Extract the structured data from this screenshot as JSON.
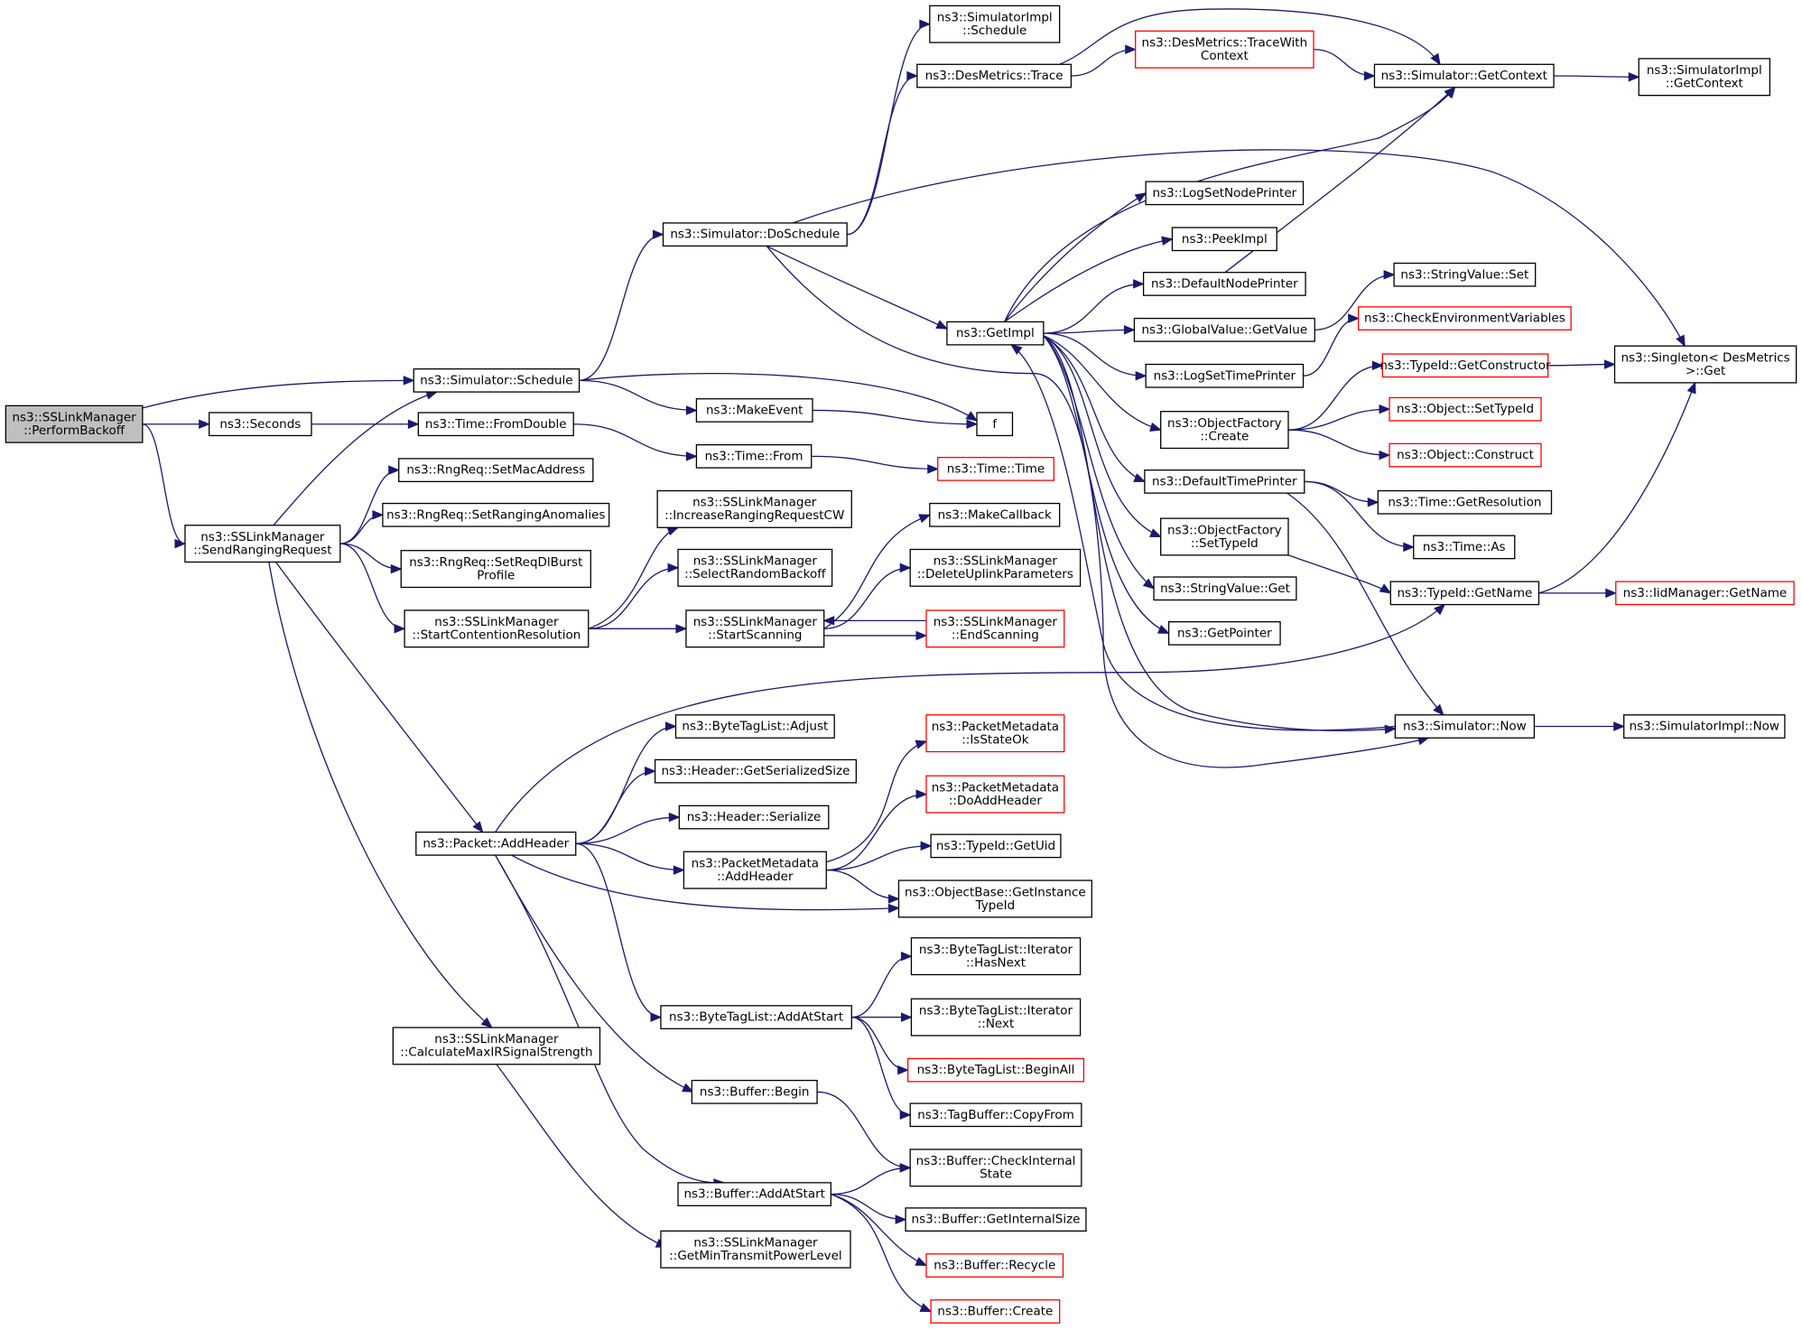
{
  "colors": {
    "edge": "#191970",
    "node_border": "#000000",
    "node_border_incomplete": "#ff0000",
    "root_fill": "#bfbfbf",
    "node_fill": "#ffffff"
  },
  "nodes": [
    {
      "id": "root",
      "lines": [
        "ns3::SSLinkManager",
        "::PerformBackoff"
      ],
      "style": "root"
    },
    {
      "id": "seconds",
      "lines": [
        "ns3::Seconds"
      ]
    },
    {
      "id": "sendrr",
      "lines": [
        "ns3::SSLinkManager",
        "::SendRangingRequest"
      ]
    },
    {
      "id": "schedule",
      "lines": [
        "ns3::Simulator::Schedule"
      ]
    },
    {
      "id": "fromdouble",
      "lines": [
        "ns3::Time::FromDouble"
      ]
    },
    {
      "id": "setmac",
      "lines": [
        "ns3::RngReq::SetMacAddress"
      ]
    },
    {
      "id": "setranging",
      "lines": [
        "ns3::RngReq::SetRangingAnomalies"
      ]
    },
    {
      "id": "setreqdl",
      "lines": [
        "ns3::RngReq::SetReqDlBurst",
        "Profile"
      ]
    },
    {
      "id": "startcr",
      "lines": [
        "ns3::SSLinkManager",
        "::StartContentionResolution"
      ]
    },
    {
      "id": "addheader",
      "lines": [
        "ns3::Packet::AddHeader"
      ]
    },
    {
      "id": "calcmax",
      "lines": [
        "ns3::SSLinkManager",
        "::CalculateMaxIRSignalStrength"
      ]
    },
    {
      "id": "doschedule",
      "lines": [
        "ns3::Simulator::DoSchedule"
      ]
    },
    {
      "id": "makeevent",
      "lines": [
        "ns3::MakeEvent"
      ]
    },
    {
      "id": "timefrom",
      "lines": [
        "ns3::Time::From"
      ]
    },
    {
      "id": "incrcw",
      "lines": [
        "ns3::SSLinkManager",
        "::IncreaseRangingRequestCW"
      ]
    },
    {
      "id": "selectbackoff",
      "lines": [
        "ns3::SSLinkManager",
        "::SelectRandomBackoff"
      ]
    },
    {
      "id": "startscan",
      "lines": [
        "ns3::SSLinkManager",
        "::StartScanning"
      ]
    },
    {
      "id": "btladjust",
      "lines": [
        "ns3::ByteTagList::Adjust"
      ]
    },
    {
      "id": "hdrsize",
      "lines": [
        "ns3::Header::GetSerializedSize"
      ]
    },
    {
      "id": "hdrser",
      "lines": [
        "ns3::Header::Serialize"
      ]
    },
    {
      "id": "pmaddheader",
      "lines": [
        "ns3::PacketMetadata",
        "::AddHeader"
      ]
    },
    {
      "id": "btladdatstart",
      "lines": [
        "ns3::ByteTagList::AddAtStart"
      ]
    },
    {
      "id": "bufbegin",
      "lines": [
        "ns3::Buffer::Begin"
      ]
    },
    {
      "id": "bufaddatstart",
      "lines": [
        "ns3::Buffer::AddAtStart"
      ]
    },
    {
      "id": "getmintx",
      "lines": [
        "ns3::SSLinkManager",
        "::GetMinTransmitPowerLevel"
      ]
    },
    {
      "id": "simimplsched",
      "lines": [
        "ns3::SimulatorImpl",
        "::Schedule"
      ]
    },
    {
      "id": "desmtrace",
      "lines": [
        "ns3::DesMetrics::Trace"
      ]
    },
    {
      "id": "getimpl",
      "lines": [
        "ns3::GetImpl"
      ]
    },
    {
      "id": "f",
      "lines": [
        "f"
      ]
    },
    {
      "id": "timetime",
      "lines": [
        "ns3::Time::Time"
      ],
      "style": "red"
    },
    {
      "id": "makecallback",
      "lines": [
        "ns3::MakeCallback"
      ]
    },
    {
      "id": "delulparams",
      "lines": [
        "ns3::SSLinkManager",
        "::DeleteUplinkParameters"
      ]
    },
    {
      "id": "endscan",
      "lines": [
        "ns3::SSLinkManager",
        "::EndScanning"
      ],
      "style": "red"
    },
    {
      "id": "pmisstateok",
      "lines": [
        "ns3::PacketMetadata",
        "::IsStateOk"
      ],
      "style": "red"
    },
    {
      "id": "pmdoaddheader",
      "lines": [
        "ns3::PacketMetadata",
        "::DoAddHeader"
      ],
      "style": "red"
    },
    {
      "id": "getuid",
      "lines": [
        "ns3::TypeId::GetUid"
      ]
    },
    {
      "id": "getinsttype",
      "lines": [
        "ns3::ObjectBase::GetInstance",
        "TypeId"
      ]
    },
    {
      "id": "ithasnext",
      "lines": [
        "ns3::ByteTagList::Iterator",
        "::HasNext"
      ]
    },
    {
      "id": "itnext",
      "lines": [
        "ns3::ByteTagList::Iterator",
        "::Next"
      ]
    },
    {
      "id": "beginall",
      "lines": [
        "ns3::ByteTagList::BeginAll"
      ],
      "style": "red"
    },
    {
      "id": "copyfrom",
      "lines": [
        "ns3::TagBuffer::CopyFrom"
      ]
    },
    {
      "id": "checkinternal",
      "lines": [
        "ns3::Buffer::CheckInternal",
        "State"
      ]
    },
    {
      "id": "getinternalsize",
      "lines": [
        "ns3::Buffer::GetInternalSize"
      ]
    },
    {
      "id": "recycle",
      "lines": [
        "ns3::Buffer::Recycle"
      ],
      "style": "red"
    },
    {
      "id": "bufcreate",
      "lines": [
        "ns3::Buffer::Create"
      ],
      "style": "red"
    },
    {
      "id": "tracewith",
      "lines": [
        "ns3::DesMetrics::TraceWith",
        "Context"
      ],
      "style": "red"
    },
    {
      "id": "logsetnode",
      "lines": [
        "ns3::LogSetNodePrinter"
      ]
    },
    {
      "id": "peekimpl",
      "lines": [
        "ns3::PeekImpl"
      ]
    },
    {
      "id": "defnodeprinter",
      "lines": [
        "ns3::DefaultNodePrinter"
      ]
    },
    {
      "id": "gvgetvalue",
      "lines": [
        "ns3::GlobalValue::GetValue"
      ]
    },
    {
      "id": "logsettime",
      "lines": [
        "ns3::LogSetTimePrinter"
      ]
    },
    {
      "id": "ofcreate",
      "lines": [
        "ns3::ObjectFactory",
        "::Create"
      ]
    },
    {
      "id": "deftimeprinter",
      "lines": [
        "ns3::DefaultTimePrinter"
      ]
    },
    {
      "id": "ofsettypeid",
      "lines": [
        "ns3::ObjectFactory",
        "::SetTypeId"
      ]
    },
    {
      "id": "svget",
      "lines": [
        "ns3::StringValue::Get"
      ]
    },
    {
      "id": "getpointer",
      "lines": [
        "ns3::GetPointer"
      ]
    },
    {
      "id": "simgetcontext",
      "lines": [
        "ns3::Simulator::GetContext"
      ]
    },
    {
      "id": "svset",
      "lines": [
        "ns3::StringValue::Set"
      ]
    },
    {
      "id": "checkenv",
      "lines": [
        "ns3::CheckEnvironmentVariables"
      ],
      "style": "red"
    },
    {
      "id": "getconstructor",
      "lines": [
        "ns3::TypeId::GetConstructor"
      ],
      "style": "red"
    },
    {
      "id": "objsettypeid",
      "lines": [
        "ns3::Object::SetTypeId"
      ],
      "style": "red"
    },
    {
      "id": "objconstruct",
      "lines": [
        "ns3::Object::Construct"
      ],
      "style": "red"
    },
    {
      "id": "getresolution",
      "lines": [
        "ns3::Time::GetResolution"
      ]
    },
    {
      "id": "timeas",
      "lines": [
        "ns3::Time::As"
      ]
    },
    {
      "id": "typeidgetname",
      "lines": [
        "ns3::TypeId::GetName"
      ]
    },
    {
      "id": "simnow",
      "lines": [
        "ns3::Simulator::Now"
      ]
    },
    {
      "id": "simimplgetcontext",
      "lines": [
        "ns3::SimulatorImpl",
        "::GetContext"
      ]
    },
    {
      "id": "singletonget",
      "lines": [
        "ns3::Singleton< DesMetrics",
        " >::Get"
      ]
    },
    {
      "id": "iidgetname",
      "lines": [
        "ns3::IidManager::GetName"
      ],
      "style": "red"
    },
    {
      "id": "simimplnow",
      "lines": [
        "ns3::SimulatorImpl::Now"
      ]
    }
  ],
  "edges": [
    [
      "root",
      "schedule"
    ],
    [
      "root",
      "seconds"
    ],
    [
      "root",
      "sendrr"
    ],
    [
      "seconds",
      "fromdouble"
    ],
    [
      "sendrr",
      "schedule"
    ],
    [
      "sendrr",
      "setmac"
    ],
    [
      "sendrr",
      "setranging"
    ],
    [
      "sendrr",
      "setreqdl"
    ],
    [
      "sendrr",
      "startcr"
    ],
    [
      "sendrr",
      "addheader"
    ],
    [
      "sendrr",
      "calcmax"
    ],
    [
      "schedule",
      "doschedule"
    ],
    [
      "schedule",
      "makeevent"
    ],
    [
      "schedule",
      "f"
    ],
    [
      "fromdouble",
      "timefrom"
    ],
    [
      "startcr",
      "incrcw"
    ],
    [
      "startcr",
      "selectbackoff"
    ],
    [
      "startcr",
      "startscan"
    ],
    [
      "addheader",
      "btladjust"
    ],
    [
      "addheader",
      "hdrsize"
    ],
    [
      "addheader",
      "hdrser"
    ],
    [
      "addheader",
      "pmaddheader"
    ],
    [
      "addheader",
      "getinsttype"
    ],
    [
      "addheader",
      "btladdatstart"
    ],
    [
      "addheader",
      "bufbegin"
    ],
    [
      "addheader",
      "bufaddatstart"
    ],
    [
      "addheader",
      "typeidgetname"
    ],
    [
      "calcmax",
      "getmintx"
    ],
    [
      "doschedule",
      "simimplsched"
    ],
    [
      "doschedule",
      "desmtrace"
    ],
    [
      "doschedule",
      "getimpl"
    ],
    [
      "doschedule",
      "singletonget"
    ],
    [
      "doschedule",
      "simnow"
    ],
    [
      "makeevent",
      "f"
    ],
    [
      "timefrom",
      "timetime"
    ],
    [
      "startscan",
      "makecallback"
    ],
    [
      "startscan",
      "delulparams"
    ],
    [
      "startscan",
      "endscan"
    ],
    [
      "endscan",
      "startscan"
    ],
    [
      "pmaddheader",
      "pmisstateok"
    ],
    [
      "pmaddheader",
      "pmdoaddheader"
    ],
    [
      "pmaddheader",
      "getuid"
    ],
    [
      "pmaddheader",
      "getinsttype"
    ],
    [
      "btladdatstart",
      "ithasnext"
    ],
    [
      "btladdatstart",
      "itnext"
    ],
    [
      "btladdatstart",
      "beginall"
    ],
    [
      "btladdatstart",
      "copyfrom"
    ],
    [
      "bufbegin",
      "checkinternal"
    ],
    [
      "bufaddatstart",
      "checkinternal"
    ],
    [
      "bufaddatstart",
      "getinternalsize"
    ],
    [
      "bufaddatstart",
      "recycle"
    ],
    [
      "bufaddatstart",
      "bufcreate"
    ],
    [
      "desmtrace",
      "simgetcontext"
    ],
    [
      "desmtrace",
      "tracewith"
    ],
    [
      "tracewith",
      "simgetcontext"
    ],
    [
      "getimpl",
      "simgetcontext"
    ],
    [
      "getimpl",
      "logsetnode"
    ],
    [
      "getimpl",
      "peekimpl"
    ],
    [
      "getimpl",
      "defnodeprinter"
    ],
    [
      "getimpl",
      "gvgetvalue"
    ],
    [
      "getimpl",
      "logsettime"
    ],
    [
      "getimpl",
      "ofcreate"
    ],
    [
      "getimpl",
      "deftimeprinter"
    ],
    [
      "getimpl",
      "ofsettypeid"
    ],
    [
      "getimpl",
      "svget"
    ],
    [
      "getimpl",
      "getpointer"
    ],
    [
      "getimpl",
      "simnow"
    ],
    [
      "simgetcontext",
      "simimplgetcontext"
    ],
    [
      "defnodeprinter",
      "simgetcontext"
    ],
    [
      "gvgetvalue",
      "svset"
    ],
    [
      "logsettime",
      "checkenv"
    ],
    [
      "ofcreate",
      "getconstructor"
    ],
    [
      "ofcreate",
      "objsettypeid"
    ],
    [
      "ofcreate",
      "objconstruct"
    ],
    [
      "getconstructor",
      "singletonget"
    ],
    [
      "deftimeprinter",
      "getresolution"
    ],
    [
      "deftimeprinter",
      "timeas"
    ],
    [
      "deftimeprinter",
      "simnow"
    ],
    [
      "ofsettypeid",
      "typeidgetname"
    ],
    [
      "typeidgetname",
      "singletonget"
    ],
    [
      "typeidgetname",
      "iidgetname"
    ],
    [
      "simnow",
      "simimplnow"
    ],
    [
      "simnow",
      "getimpl"
    ]
  ]
}
